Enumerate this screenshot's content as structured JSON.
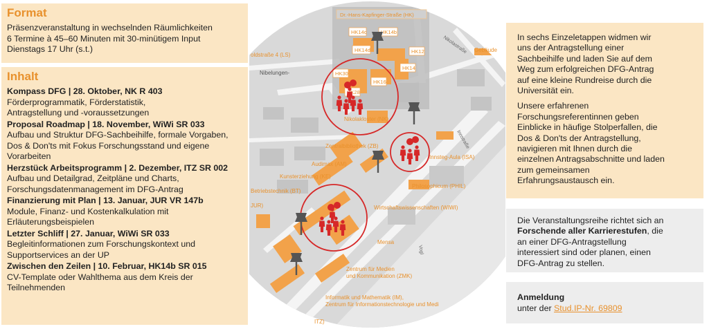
{
  "format": {
    "heading": "Format",
    "lines": [
      "Präsenzveranstaltung in wechselnden Räumlichkeiten",
      "6 Termine à 45–60 Minuten mit 30-minütigem Input",
      "Dienstags 17 Uhr (s.t.)"
    ]
  },
  "inhalt": {
    "heading": "Inhalt",
    "sessions": [
      {
        "title": "Kompass DFG | 28. Oktober, NK R 403",
        "desc": [
          "Förderprogrammatik, Förderstatistik,",
          "Antragstellung und -voraussetzungen"
        ]
      },
      {
        "title": "Proposal Roadmap | 18. November, WiWi SR 033",
        "desc": [
          "Aufbau und Struktur DFG-Sachbeihilfe, formale Vorgaben,",
          "Dos & Don'ts mit Fokus Forschungsstand und eigene",
          "Vorarbeiten"
        ]
      },
      {
        "title": "Herzstück Arbeitsprogramm | 2. Dezember, ITZ SR 002",
        "desc": [
          "Aufbau und Detailgrad, Zeitpläne und Charts,",
          "Forschungsdatenmanagement im DFG-Antrag"
        ]
      },
      {
        "title": "Finanzierung mit Plan | 13. Januar, JUR VR 147b",
        "desc": [
          "Module, Finanz- und Kostenkalkulation mit",
          "Erläuterungsbeispielen"
        ]
      },
      {
        "title": "Letzter Schliff | 27. Januar, WiWi SR 033",
        "desc": [
          "Begleitinformationen zum Forschungskontext und",
          "Supportservices an der UP"
        ]
      },
      {
        "title": "Zwischen den Zeilen | 10. Februar, HK14b SR 015",
        "desc": [
          "CV-Template oder Wahlthema aus dem Kreis der",
          "Teilnehmenden"
        ]
      }
    ]
  },
  "intro": {
    "paragraphs": [
      [
        "In sechs Einzeletappen widmen wir",
        "uns der Antragstellung einer",
        "Sachbeihilfe und laden Sie auf dem",
        "Weg zum erfolgreichen DFG-Antrag",
        "auf eine kleine Rundreise durch die",
        "Universität ein."
      ],
      [
        "Unsere erfahrenen",
        "Forschungsreferentinnen geben",
        "Einblicke in häufige Stolperfallen, die",
        "Dos & Don'ts der Antragstellung,",
        "navigieren mit Ihnen durch die",
        "einzelnen Antragsabschnitte und laden",
        "zum gemeinsamen",
        "Erfahrungsaustausch ein."
      ]
    ]
  },
  "target": {
    "line1": "Die Veranstaltungsreihe richtet sich an",
    "bold": "Forschende aller Karrierestufen",
    "after_bold": ", die",
    "lines": [
      "an einer DFG-Antragstellung",
      "interessiert sind oder planen, einen",
      "DFG-Antrag zu stellen."
    ]
  },
  "registration": {
    "title": "Anmeldung",
    "prefix": "unter der ",
    "link": "Stud.IP-Nr. 69809"
  },
  "map": {
    "labels": {
      "hk_street": "Dr.-Hans-Kapfinger-Straße (HK)",
      "hk14c": "HK14c",
      "hk14b": "HK14b",
      "hk14d": "HK14d",
      "hk12": "HK12",
      "hk30": "HK30",
      "hk14": "HK14",
      "hk16": "HK16",
      "hk28": "HK28",
      "ls": "oldstraße 4 (LS)",
      "nibelungen": "Nibelungen-",
      "nk": "Nikolakloster (NK)",
      "zb": "Zentralbibliothek (ZB)",
      "am": "Audimax (AM)",
      "ke": "Kunsterziehung (KE)",
      "bt": "Betriebstechnik (BT)",
      "jur": "JUR)",
      "isa": "Innsteg-Aula (ISA)",
      "phil": "Philosophicum (PHIL)",
      "wiwi": "Wirtschaftswissenschaften (WIWI)",
      "mensa": "Mensa",
      "zmk1": "Zentrum für Medien",
      "zmk2": "und Kommunikation (ZMK)",
      "im1": "Informatik und Mathematik (IM),",
      "im2": "Zentrum für Informationstechnologie und Medi",
      "gebaeude": "Gebäude",
      "innstrasse": "Innstraße",
      "nikolastrasse": "Nikolastraße",
      "vogelweide": "Vogl",
      "itz": "ITZ)"
    },
    "colors": {
      "building_orange": "#f2a24a",
      "pin_red": "#d62828",
      "accent": "#e8912d"
    }
  }
}
